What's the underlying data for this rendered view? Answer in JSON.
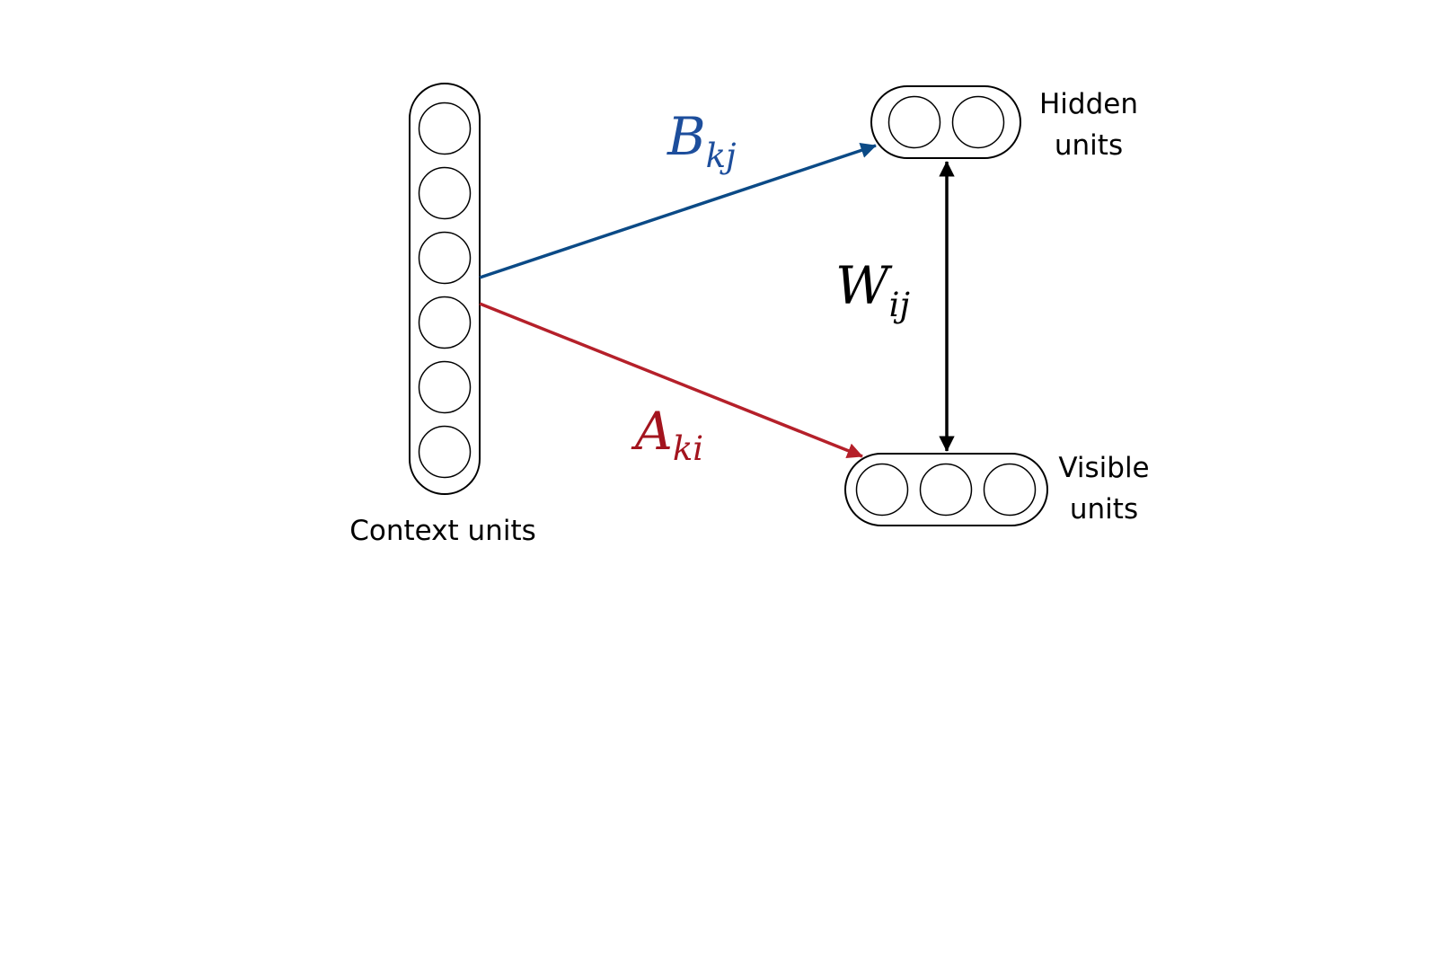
{
  "labels": {
    "context": "Context units",
    "hidden_line1": "Hidden",
    "hidden_line2": "units",
    "visible_line1": "Visible",
    "visible_line2": "units"
  },
  "weights": {
    "B": {
      "base": "B",
      "sub": "kj"
    },
    "A": {
      "base": "A",
      "sub": "ki"
    },
    "W": {
      "base": "W",
      "sub": "ij"
    }
  },
  "units": {
    "context_count": 6,
    "hidden_count": 2,
    "visible_count": 3
  },
  "colors": {
    "B_arrow": "#0b4a86",
    "B_label": "#1d4e9c",
    "A_arrow": "#b5202a",
    "A_label": "#a3141e",
    "W_arrow": "#000000"
  }
}
